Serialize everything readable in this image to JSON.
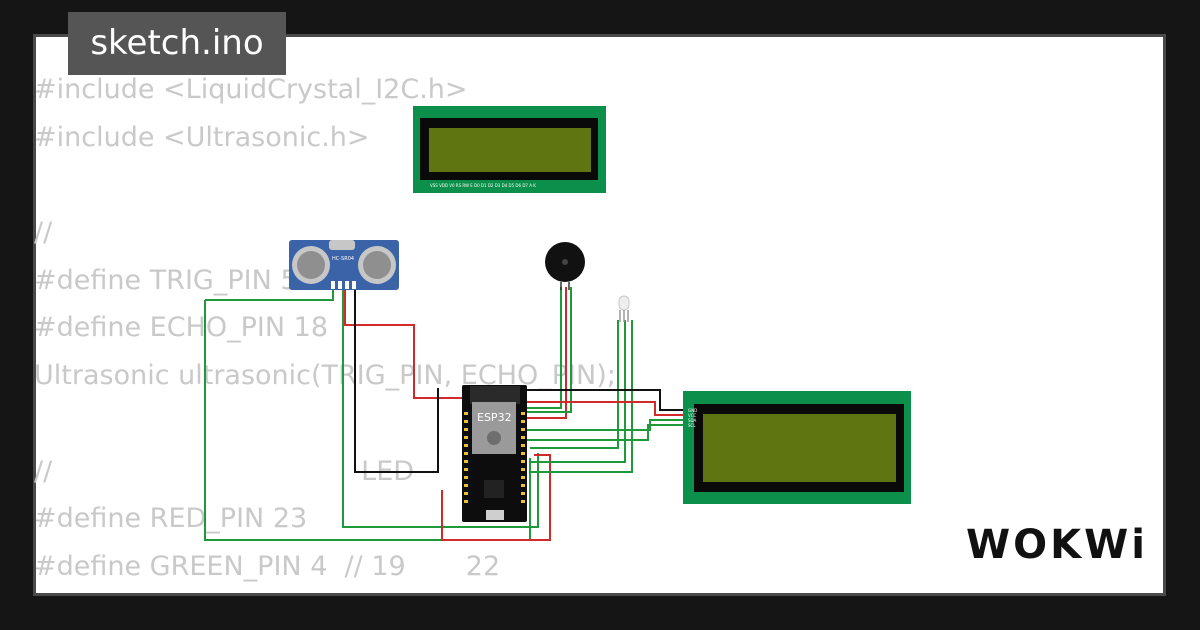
{
  "tab": {
    "label": "sketch.ino"
  },
  "code": {
    "lines": [
      "#include <LiquidCrystal_I2C.h>",
      "#include <Ultrasonic.h>",
      "",
      "//",
      "#define TRIG_PIN 5",
      "#define ECHO_PIN 18",
      "Ultrasonic ultrasonic(TRIG_PIN, ECHO_PIN);",
      "",
      "//                                    LED",
      "#define RED_PIN 23",
      "#define GREEN_PIN 4  // 19       22"
    ]
  },
  "parts": {
    "sensor_label": "HC-SR04",
    "mcu_label": "ESP32",
    "lcd_top_pins": "VSS VDD V0 RS RW E D0 D1 D2 D3 D4 D5 D6 D7 A K",
    "lcd_right_pins": [
      "GND",
      "VCC",
      "SDA",
      "SCL"
    ]
  },
  "brand": {
    "name": "WOKWi"
  },
  "colors": {
    "background": "#151515",
    "canvas": "#ffffff",
    "frame_border": "#4a4a4a",
    "tab_bg": "#555555",
    "code_text": "#c9c9c9",
    "lcd_board": "#0b8f4a",
    "lcd_screen": "#5e7512",
    "wire_green": "#1f9a3a",
    "wire_red": "#d22a2a",
    "wire_black": "#111111",
    "sensor_board": "#3b63a8"
  }
}
